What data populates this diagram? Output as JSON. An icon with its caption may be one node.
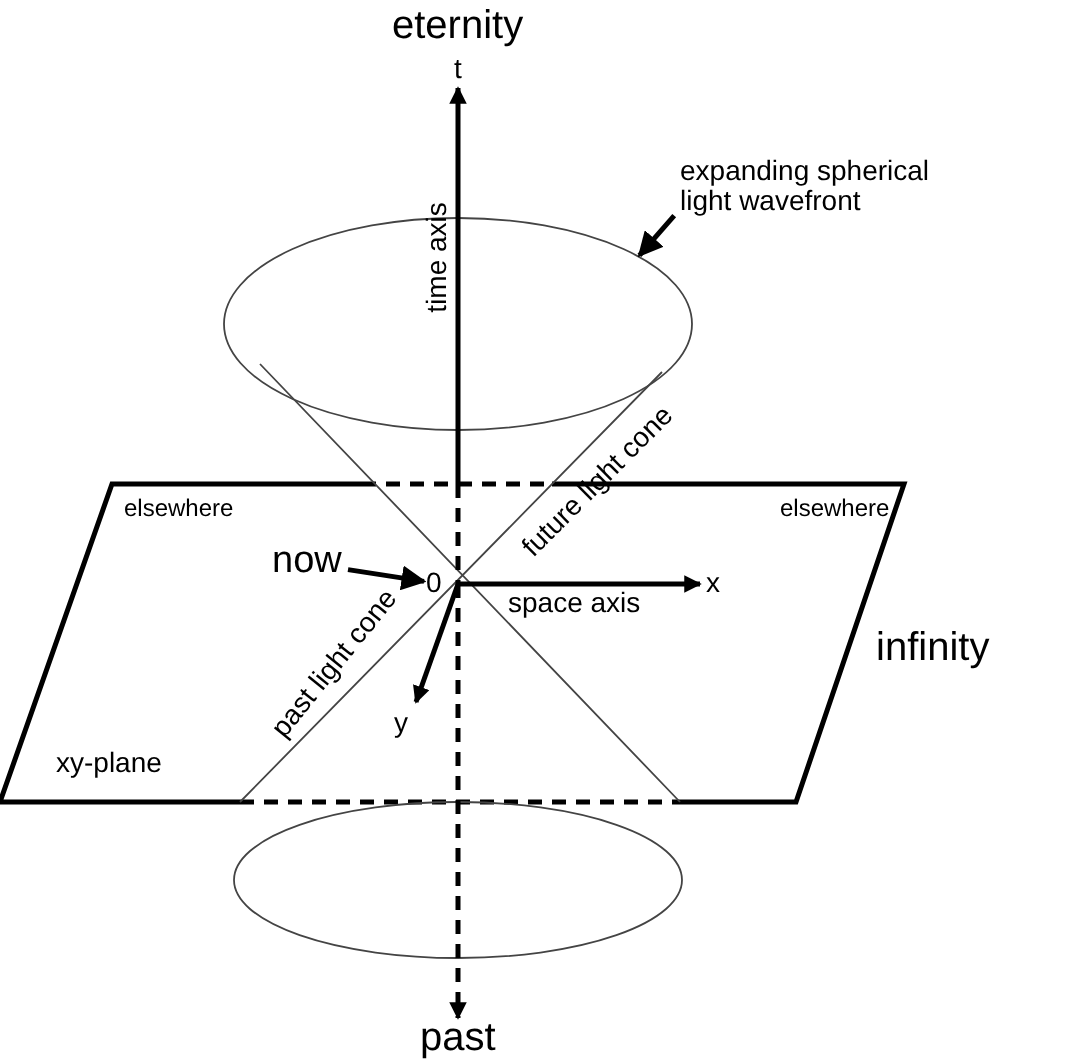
{
  "diagram": {
    "nodes": [
      {
        "text": [
          "expanding spherical light wavefront"
        ]
      },
      {
        "text": [],
        "shape": "ellipse"
      },
      {
        "text": [
          "now"
        ]
      },
      {
        "text": [
          "0"
        ]
      }
    ],
    "edges": [
      {
        "from": 0,
        "to": 1,
        "arrow": "to"
      },
      {
        "from": 2,
        "to": 3,
        "arrow": "to"
      }
    ],
    "labels": [
      "eternity",
      "t",
      "time axis",
      "elsewhere",
      "elsewhere",
      "future light cone",
      "space axis",
      "x",
      "infinity",
      "past light cone",
      "y",
      "xy-plane",
      "past"
    ]
  }
}
